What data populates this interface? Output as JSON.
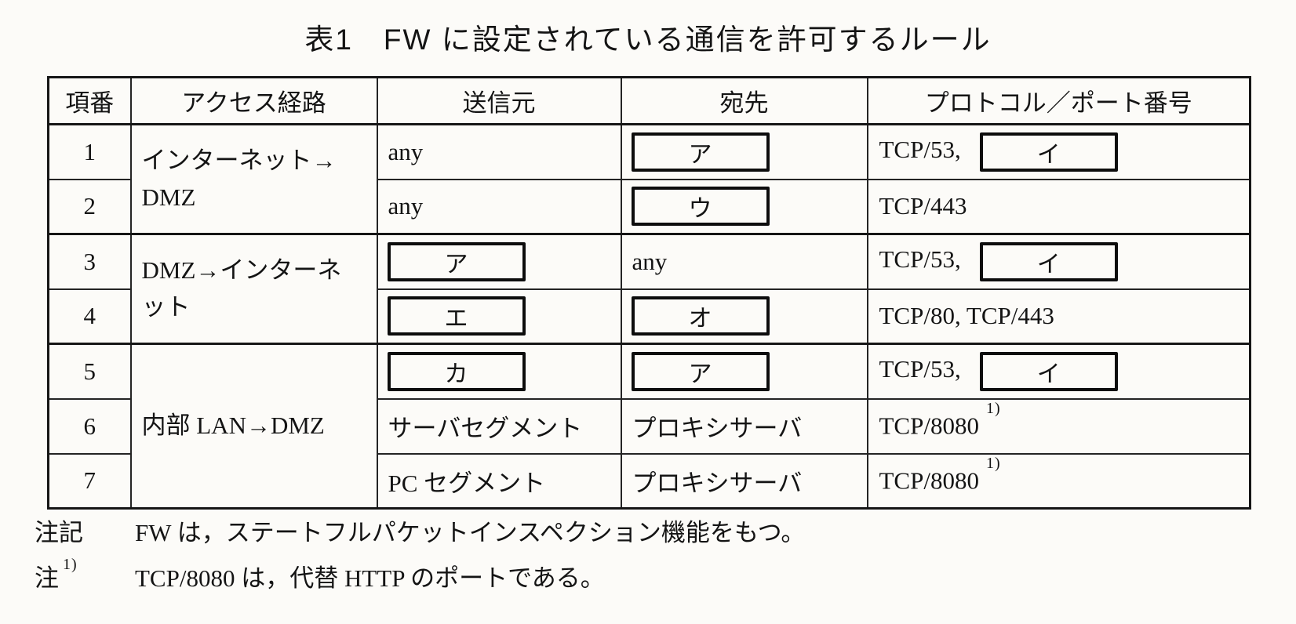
{
  "title": "表1　FW に設定されている通信を許可するルール",
  "table": {
    "headers": [
      "項番",
      "アクセス経路",
      "送信元",
      "宛先",
      "プロトコル／ポート番号"
    ],
    "rows": [
      {
        "no": "1",
        "route": "インターネット→\nDMZ",
        "src": "any",
        "dest_box": "ア",
        "proto_text": "TCP/53,",
        "proto_box": "イ"
      },
      {
        "no": "2",
        "src": "any",
        "dest_box": "ウ",
        "proto_text": "TCP/443"
      },
      {
        "no": "3",
        "route": "DMZ→インターネ\nット",
        "src_box": "ア",
        "dest": "any",
        "proto_text": "TCP/53,",
        "proto_box": "イ"
      },
      {
        "no": "4",
        "src_box": "エ",
        "dest_box": "オ",
        "proto_text": "TCP/80,  TCP/443"
      },
      {
        "no": "5",
        "route": "内部 LAN→DMZ",
        "src_box": "カ",
        "dest_box": "ア",
        "proto_text": "TCP/53,",
        "proto_box": "イ"
      },
      {
        "no": "6",
        "src": "サーバセグメント",
        "dest": "プロキシサーバ",
        "proto_text": "TCP/8080",
        "proto_sup": "1)"
      },
      {
        "no": "7",
        "src": "PC セグメント",
        "dest": "プロキシサーバ",
        "proto_text": "TCP/8080",
        "proto_sup": "1)"
      }
    ]
  },
  "notes": [
    {
      "label": "注記",
      "text": "FW は，ステートフルパケットインスペクション機能をもつ。"
    },
    {
      "label": "注",
      "sup": "1)",
      "text": "TCP/8080 は，代替 HTTP のポートである。"
    }
  ],
  "colors": {
    "paper": "#fcfbf8",
    "ink": "#161616"
  }
}
